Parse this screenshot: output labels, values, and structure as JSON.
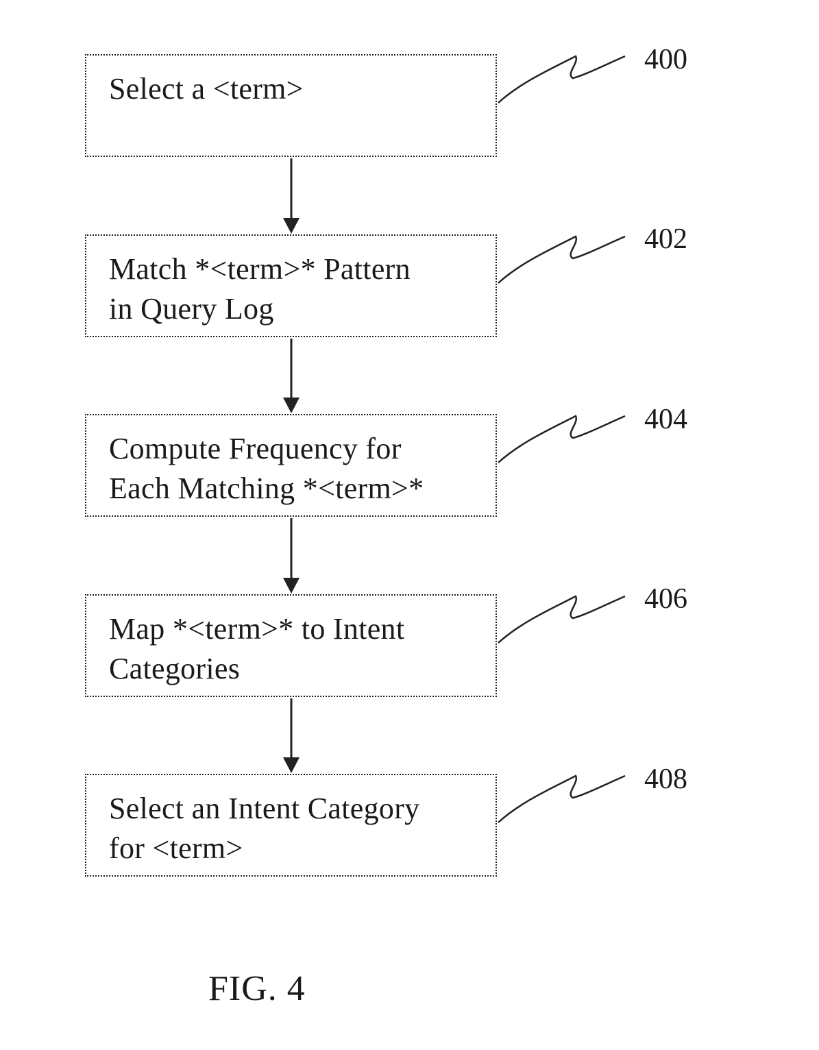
{
  "steps": [
    {
      "ref": "400",
      "text": "Select a <term>"
    },
    {
      "ref": "402",
      "text": "Match *<term>* Pattern\nin Query Log"
    },
    {
      "ref": "404",
      "text": "Compute Frequency for\nEach Matching *<term>*"
    },
    {
      "ref": "406",
      "text": "Map *<term>* to Intent\nCategories"
    },
    {
      "ref": "408",
      "text": "Select an Intent Category\nfor <term>"
    }
  ],
  "caption": "FIG. 4"
}
